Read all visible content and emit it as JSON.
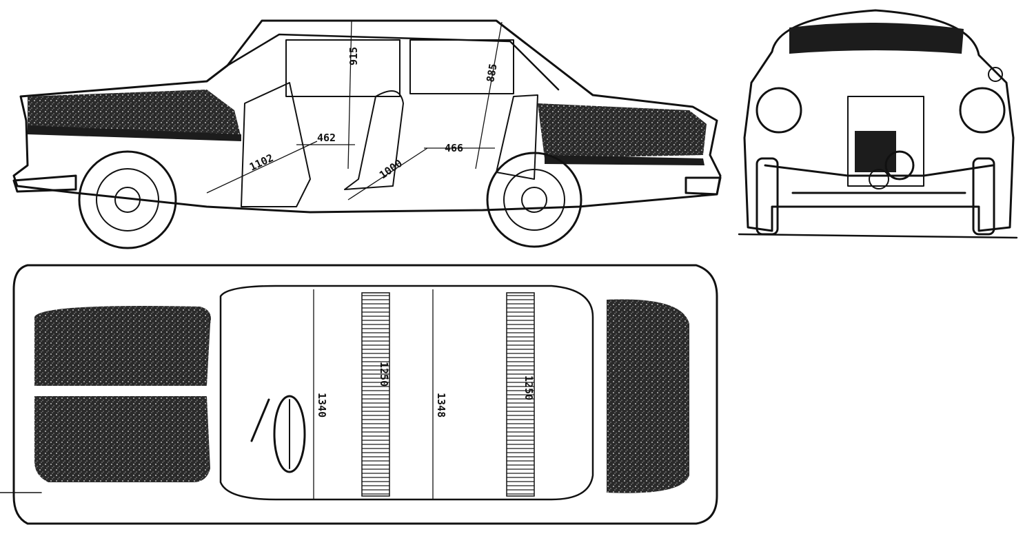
{
  "views": {
    "side": {
      "dimensions": [
        "915",
        "885",
        "462",
        "466",
        "1102",
        "1000"
      ]
    },
    "top": {
      "dimensions": [
        "1340",
        "1348",
        "1250",
        "1250"
      ]
    }
  },
  "colors": {
    "ink": "#111111",
    "paper": "#ffffff"
  }
}
